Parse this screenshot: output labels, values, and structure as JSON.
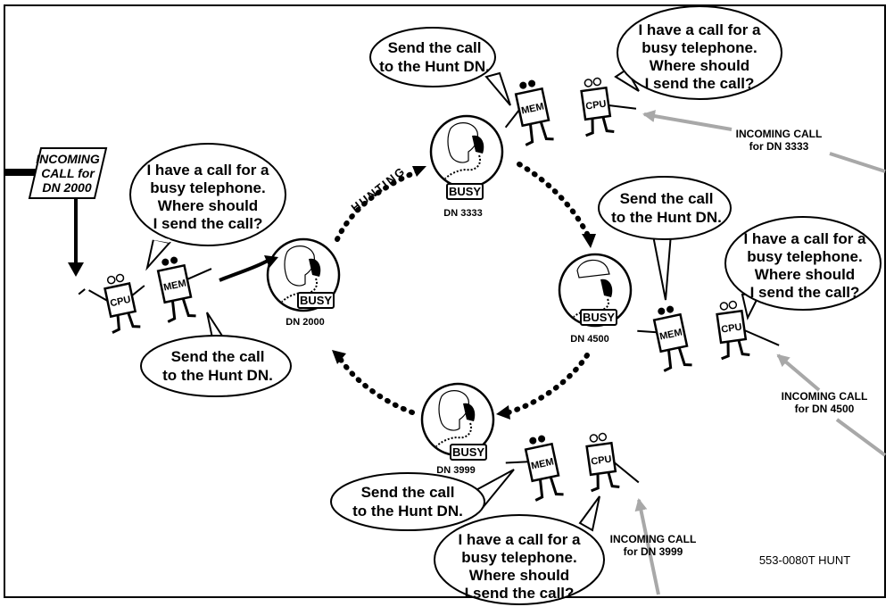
{
  "incoming_box": {
    "line1": "INCOMING",
    "line2": "CALL for",
    "line3": "DN 2000"
  },
  "hunting_label": "HUNTING",
  "reference": "553-0080T HUNT",
  "chip_labels": {
    "cpu": "CPU",
    "mem": "MEM"
  },
  "busy_label": "BUSY",
  "phones": [
    {
      "dn": "DN 2000"
    },
    {
      "dn": "DN 3333"
    },
    {
      "dn": "DN 4500"
    },
    {
      "dn": "DN 3999"
    }
  ],
  "cpu_bubble": [
    "I have a call for a",
    "busy telephone.",
    "Where should",
    "I send the call?"
  ],
  "mem_bubble": [
    "Send the call",
    "to the Hunt DN."
  ],
  "incoming_labels": [
    {
      "line1": "INCOMING CALL",
      "line2": "for DN 3333"
    },
    {
      "line1": "INCOMING CALL",
      "line2": "for DN 4500"
    },
    {
      "line1": "INCOMING CALL",
      "line2": "for DN 3999"
    }
  ],
  "colors": {
    "ink": "#000000",
    "gray_arrow": "#a8a8a8",
    "background": "#ffffff"
  }
}
